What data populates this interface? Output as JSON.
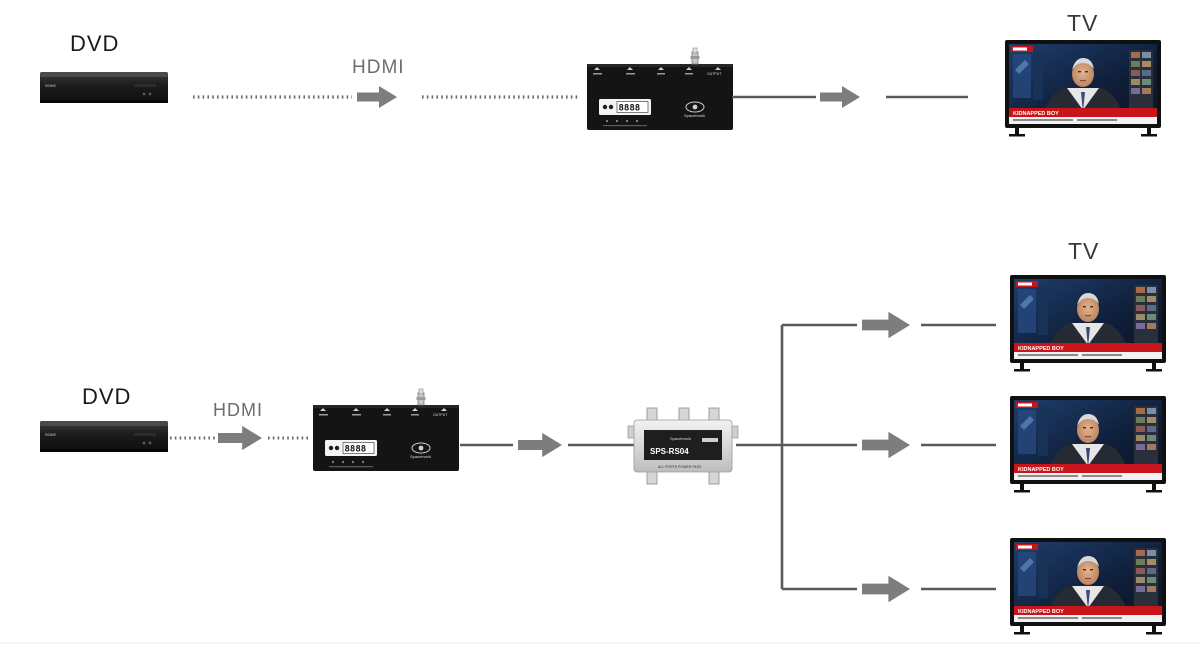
{
  "labels": {
    "dvd": "DVD",
    "hdmi": "HDMI",
    "tv": "TV"
  },
  "devices": {
    "dvd_brand": "SONY",
    "modulator_brand": "Spacetronik",
    "modulator_output": "OUTPUT",
    "modulator_display": "8888",
    "splitter_model": "SPS-RS04",
    "splitter_brand": "Spacetronik",
    "splitter_note": "ALL PORTS POWER PASS",
    "tv_ticker": "KIDNAPPED BOY"
  },
  "icons": {
    "arrow": "right-arrow-icon",
    "antenna_connector": "f-connector-icon"
  },
  "colors": {
    "arrow": "#7d7d7d",
    "solid_line": "#5a5a5a",
    "dotted_line": "#6a6a6a",
    "device_body": "#141414",
    "splitter_body": "#e3e3e3",
    "tv_screen": "#1b2a44",
    "tv_banner": "#c8141b"
  }
}
